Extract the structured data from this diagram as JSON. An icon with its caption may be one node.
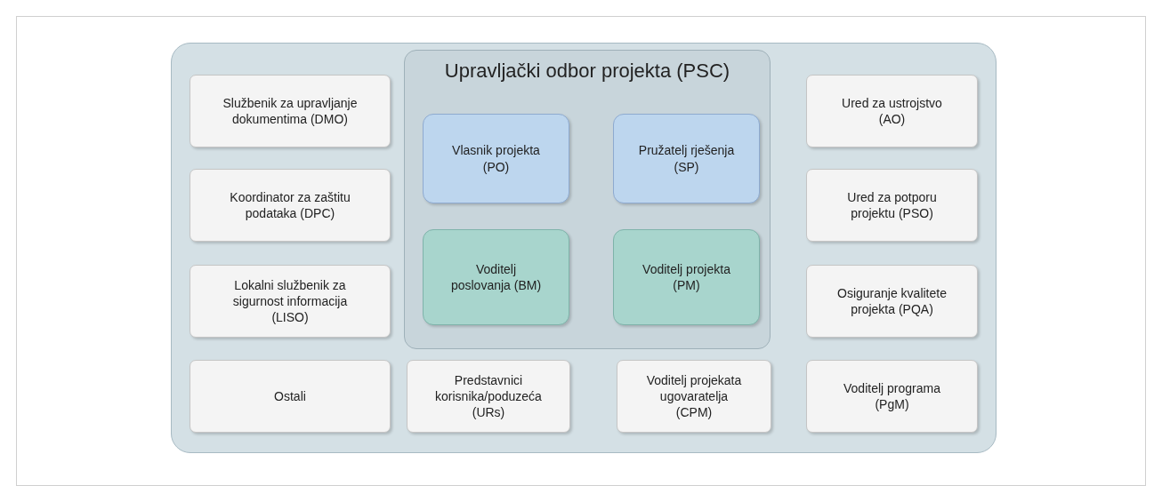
{
  "diagram": {
    "nodes": [
      {
        "text": [],
        "shape": "box"
      },
      {
        "text": [
          "Službenik za upravljanje dokumentima (DMO)"
        ],
        "in": 0
      },
      {
        "text": [
          "Upravljački odbor projekta (PSC)"
        ],
        "in": 0
      },
      {
        "text": [
          "Vlasnik projekta (PO)"
        ],
        "in": 2
      },
      {
        "text": [
          "Pružatelj rješenja (SP)"
        ],
        "in": 2
      },
      {
        "text": [
          "Voditelj poslovanja (BM)"
        ],
        "in": 2
      },
      {
        "text": [
          "Voditelj projekta (PM)"
        ],
        "in": 2
      },
      {
        "text": [
          "Ured za ustrojstvo (AO)"
        ],
        "in": 0
      },
      {
        "text": [
          "Koordinator za zaštitu podataka (DPC)"
        ],
        "in": 0
      },
      {
        "text": [
          "Ured za potporu projektu (PSO)"
        ],
        "in": 0
      },
      {
        "text": [
          "Lokalni službenik za sigurnost informacija (LISO)"
        ],
        "in": 0
      },
      {
        "text": [
          "Osiguranje kvalitete projekta (PQA)"
        ],
        "in": 0
      },
      {
        "text": [
          "Ostali"
        ],
        "in": 0
      },
      {
        "text": [
          "Predstavnici korisnika/poduzeća (URs)"
        ],
        "in": 0
      },
      {
        "text": [
          "Voditelj projekata ugovaratelja (CPM)"
        ],
        "in": 0
      },
      {
        "text": [
          "Voditelj programa (PgM)"
        ],
        "in": 0
      }
    ]
  }
}
